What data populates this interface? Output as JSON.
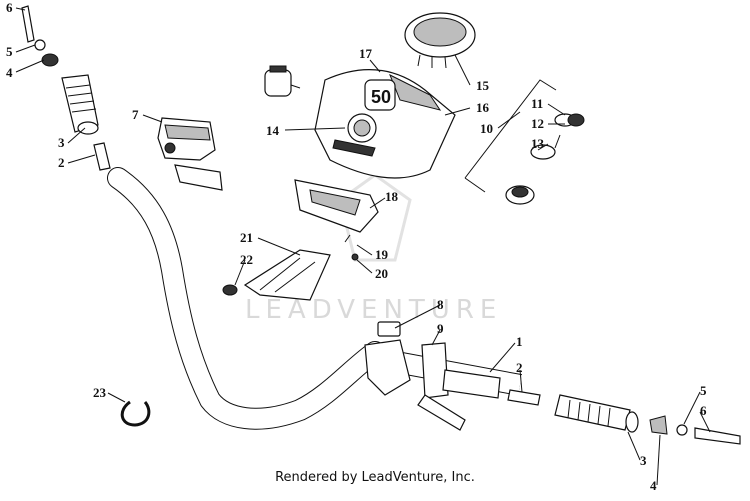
{
  "diagram": {
    "callouts": {
      "left_6": "6",
      "left_5": "5",
      "left_4": "4",
      "left_3": "3",
      "left_2": "2",
      "n7": "7",
      "n17": "17",
      "n15": "15",
      "n16": "16",
      "n14": "14",
      "n10": "10",
      "n11": "11",
      "n12": "12",
      "n13": "13",
      "n18": "18",
      "n19": "19",
      "n20": "20",
      "n21": "21",
      "n22": "22",
      "n8": "8",
      "n9": "9",
      "n1": "1",
      "right_2": "2",
      "n23": "23",
      "right_5": "5",
      "right_6": "6",
      "right_3": "3",
      "right_4": "4"
    },
    "badge_text": "50",
    "watermark": "LEADVENTURE",
    "footer": "Rendered by LeadVenture, Inc."
  }
}
